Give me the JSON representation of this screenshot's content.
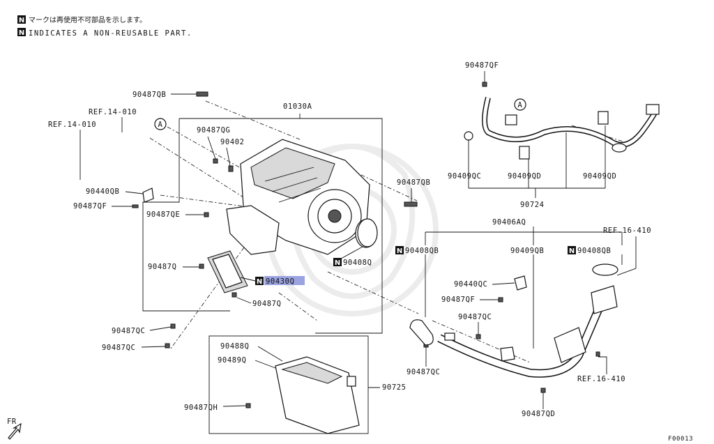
{
  "header": {
    "note_jp": "マークは再使用不可部品を示します。",
    "note_en": "INDICATES A NON-REUSABLE PART.",
    "n_mark": "N"
  },
  "labels": {
    "l90487QB_top": "90487QB",
    "l01030A": "01030A",
    "lref14_a": "REF.14-010",
    "lref14_b": "REF.14-010",
    "l90487QG": "90487QG",
    "l90402": "90402",
    "l90440QB": "90440QB",
    "l90487QF_left": "90487QF",
    "l90487QE": "90487QE",
    "l90487QB_right": "90487QB",
    "l90408Q": "90408Q",
    "l90487Q_a": "90487Q",
    "l90430Q": "90430Q",
    "l90487Q_b": "90487Q",
    "l90487QC_a": "90487QC",
    "l90487QC_b": "90487QC",
    "l90488Q": "90488Q",
    "l90489Q": "90489Q",
    "l90725": "90725",
    "l90487QH": "90487QH",
    "l90487QF_top": "90487QF",
    "l90409QC": "90409QC",
    "l90409QD_a": "90409QD",
    "l90409QD_b": "90409QD",
    "l90724": "90724",
    "l90406AQ": "90406AQ",
    "l90408QB_a": "90408QB",
    "l90409QB": "90409QB",
    "l90408QB_b": "90408QB",
    "lref16_a": "REF.16-410",
    "l90440QC": "90440QC",
    "l90487QF_mid": "90487QF",
    "l90487QC_mid": "90487QC",
    "l90487QC_low": "90487QC",
    "lref16_b": "REF.16-410",
    "l90487QD": "90487QD",
    "callout_a1": "A",
    "callout_a2": "A",
    "fr": "FR",
    "figure_code": "F00013"
  }
}
